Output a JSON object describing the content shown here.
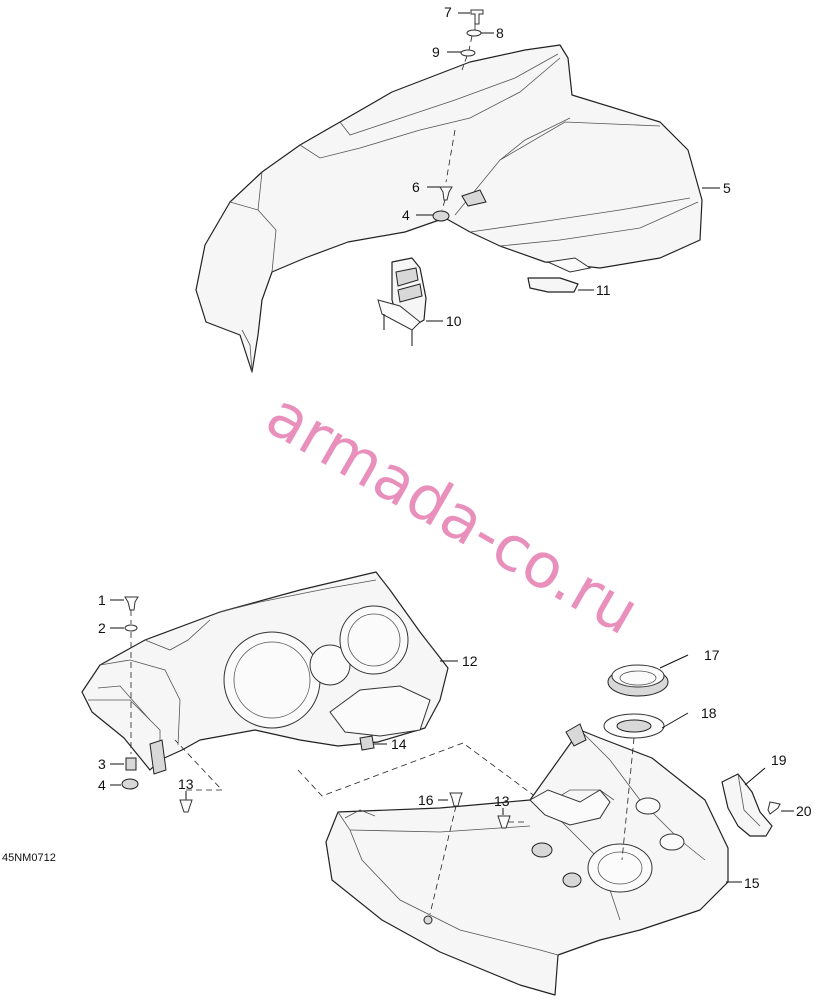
{
  "callouts": [
    "1",
    "2",
    "3",
    "4",
    "5",
    "6",
    "7",
    "8",
    "9",
    "10",
    "11",
    "12",
    "13",
    "14",
    "15",
    "16",
    "17",
    "18",
    "19",
    "20"
  ],
  "callouts_extra": [
    "4",
    "13"
  ],
  "drawing_code": "45NM0712",
  "watermark": "armada-co.ru"
}
